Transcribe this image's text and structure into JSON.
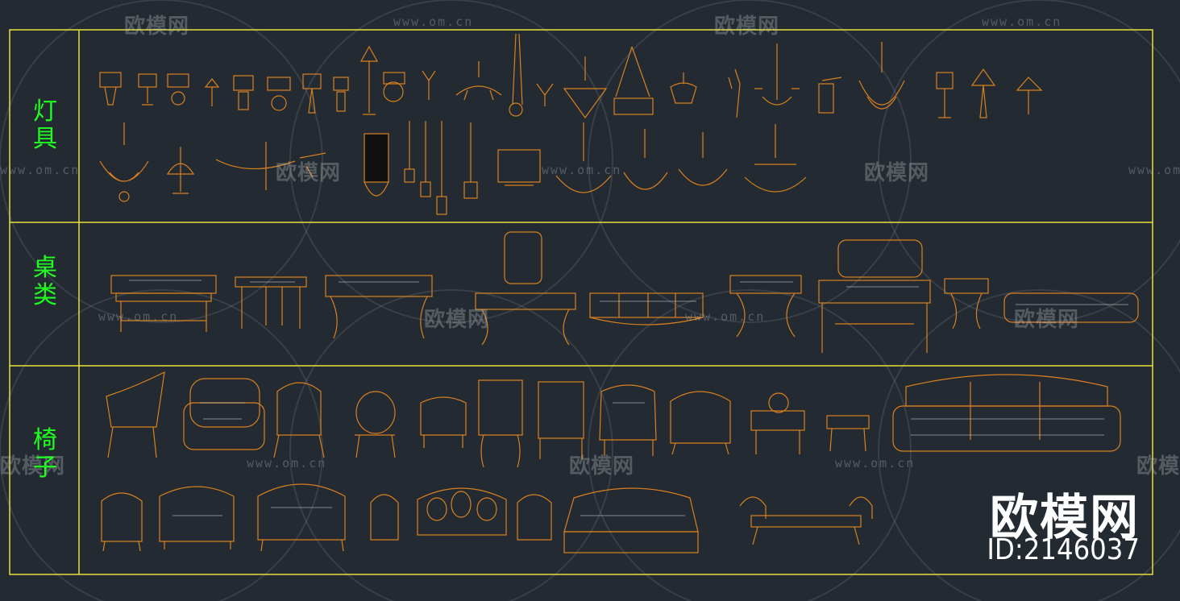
{
  "categories": {
    "lighting": "灯具",
    "tables": "桌类",
    "chairs": "椅子"
  },
  "watermark": {
    "logo_text": "欧模网",
    "url": "www.om.cn"
  },
  "brand": {
    "name": "欧模网",
    "id": "ID:2146037"
  },
  "colors": {
    "background": "#232a32",
    "frame": "#e8e23a",
    "category_text": "#20ff20",
    "drawing_primary": "#d9811f",
    "drawing_secondary": "#c8c8c8",
    "watermark": "#8a9098"
  }
}
